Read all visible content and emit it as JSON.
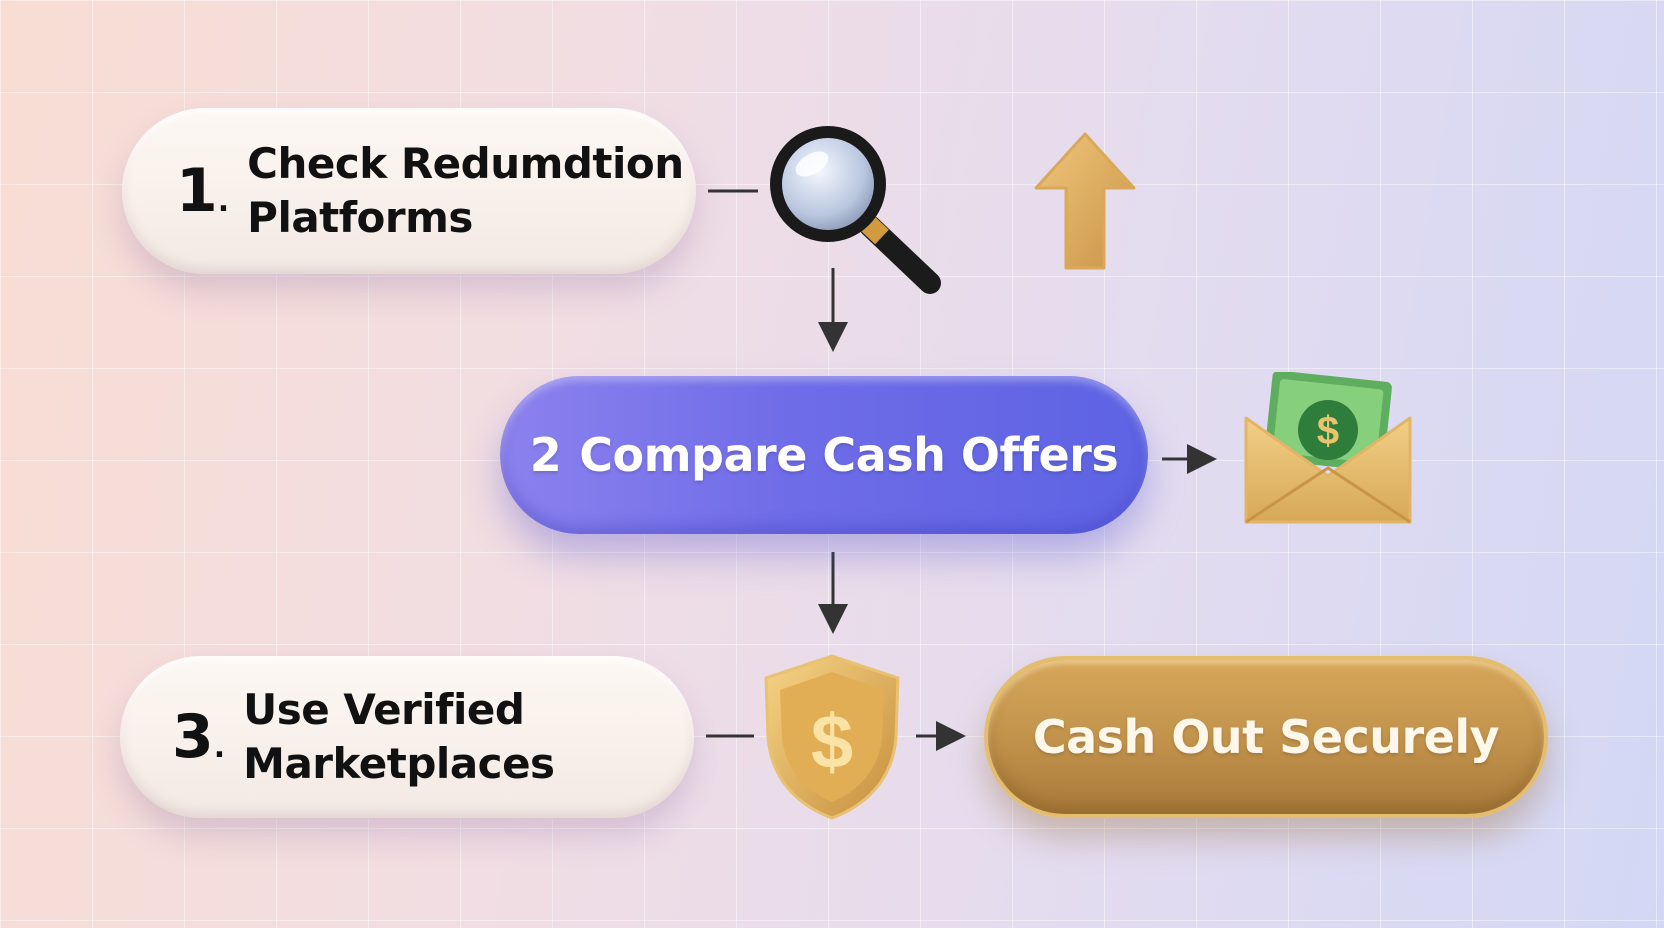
{
  "steps": [
    {
      "number": "1",
      "line1": "Check Redumdtion",
      "line2": "Platforms"
    },
    {
      "number": "2",
      "label": "Compare Cash Offers"
    },
    {
      "number": "3",
      "line1": "Use Verified",
      "line2": "Marketplaces"
    }
  ],
  "final": {
    "label": "Cash Out Securely"
  },
  "colors": {
    "accent_blue": "#6f6ce8",
    "accent_gold": "#c0914a",
    "connector": "#333333"
  },
  "icons": [
    "magnifier-icon",
    "up-arrow-icon",
    "money-envelope-icon",
    "shield-dollar-icon"
  ]
}
